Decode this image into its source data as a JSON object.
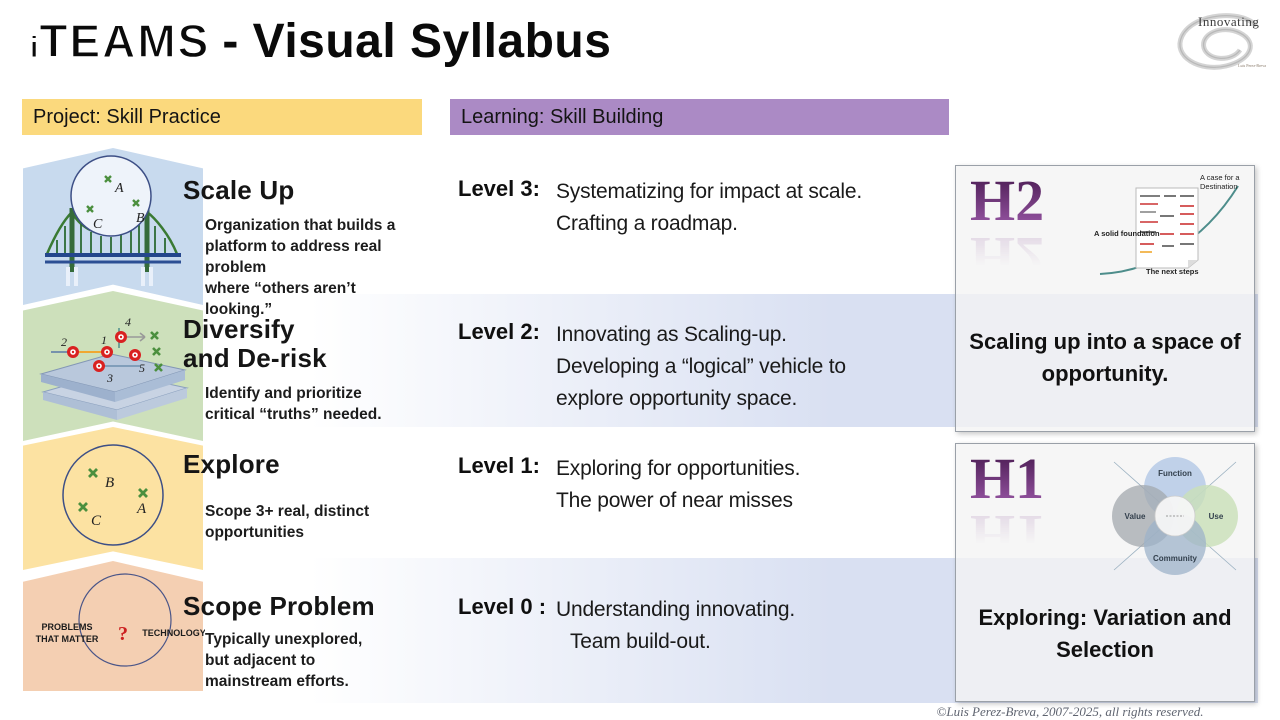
{
  "header": {
    "brand_first": "i",
    "brand_rest": "TEAMS",
    "title_rest": "- Visual Syllabus",
    "logo": {
      "text": "Innovating",
      "subtext": "Luis Perez-Breva"
    }
  },
  "column_headers": {
    "project": "Project: Skill Practice",
    "learning": "Learning: Skill Building"
  },
  "rows": [
    {
      "heading": "Scale Up",
      "subtext": "Organization that builds a\nplatform to address real problem\nwhere “others aren’t looking.”",
      "level_label": "Level 3:",
      "level_lines": [
        "Systematizing for impact at scale.",
        "Crafting a roadmap."
      ],
      "icon": {
        "labels": [
          "B",
          "A",
          "C"
        ]
      }
    },
    {
      "heading": "Diversify\nand De-risk",
      "subtext": "Identify and prioritize\ncritical “truths” needed.",
      "level_label": "Level 2:",
      "level_lines": [
        "Innovating as Scaling-up.",
        "Developing a “logical” vehicle to",
        "explore opportunity space."
      ],
      "icon": {
        "numbers": [
          "1",
          "2",
          "3",
          "4",
          "5"
        ]
      }
    },
    {
      "heading": "Explore",
      "subtext": "Scope 3+ real, distinct\nopportunities",
      "level_label": "Level 1:",
      "level_lines": [
        "Exploring for opportunities.",
        "The power of near misses"
      ],
      "icon": {
        "labels": [
          "B",
          "A",
          "C"
        ]
      }
    },
    {
      "heading": "Scope  Problem",
      "subtext": "Typically unexplored,\nbut adjacent to\nmainstream  efforts.",
      "level_label": "Level 0 :",
      "level_lines": [
        "Understanding innovating.",
        "Team build-out."
      ],
      "icon": {
        "left1": "PROBLEMS",
        "left2": "THAT MATTER",
        "q": "?",
        "right": "TECHNOLOGY"
      }
    }
  ],
  "cards": [
    {
      "badge": "H2",
      "caption": "Scaling up into a space of opportunity.",
      "diagram_labels": [
        "A case for a Destination",
        "A solid foundation",
        "The next steps"
      ]
    },
    {
      "badge": "H1",
      "caption": "Exploring: Variation and Selection",
      "diagram_labels": [
        "Function",
        "Value",
        "Use",
        "Community"
      ]
    }
  ],
  "footer": {
    "copyright": "©Luis Perez-Breva, 2007-2025, all rights reserved."
  },
  "colors": {
    "bar_project": "#fbd97d",
    "bar_learning": "#ab8ac5",
    "chevron_blue": "#c8daee",
    "chevron_green": "#cde0bb",
    "chevron_yellow": "#fce2a2",
    "chevron_peach": "#f4cfb2",
    "level_band": "#d9e0f2",
    "h_badge_purple": "#7b3f8c",
    "mark_green": "#4b8f3e",
    "dot_red": "#d92121"
  }
}
